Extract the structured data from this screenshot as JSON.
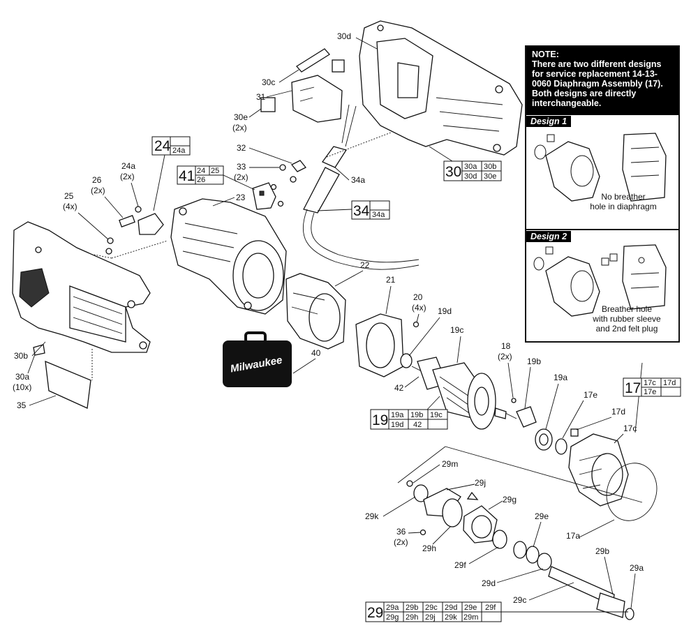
{
  "note": {
    "heading": "NOTE:",
    "body": "There are two different designs for service replacement 14-13-0060 Diaphragm Assembly (17). Both designs are directly interchangeable.",
    "design1": {
      "title": "Design 1",
      "caption_1": "No breather",
      "caption_2": "hole in diaphragm"
    },
    "design2": {
      "title": "Design 2",
      "caption_1": "Breather hole",
      "caption_2": "with rubber sleeve",
      "caption_3": "and 2nd felt plug"
    }
  },
  "case_logo": "Milwaukee",
  "callouts": {
    "c30d": "30d",
    "c30c": "30c",
    "c31": "31",
    "c30e": "30e",
    "c30e_q": "(2x)",
    "c32": "32",
    "c33": "33",
    "c33_q": "(2x)",
    "c34a": "34a",
    "c23": "23",
    "c24a": "24a",
    "c24a_q": "(2x)",
    "c26": "26",
    "c26_q": "(2x)",
    "c25": "25",
    "c25_q": "(4x)",
    "c22": "22",
    "c21": "21",
    "c20": "20",
    "c20_q": "(4x)",
    "c19d": "19d",
    "c19c": "19c",
    "c40": "40",
    "c18": "18",
    "c18_q": "(2x)",
    "c19b": "19b",
    "c42": "42",
    "c19a": "19a",
    "c17e": "17e",
    "c17d": "17d",
    "c17c": "17c",
    "c17a": "17a",
    "c30b": "30b",
    "c30a": "30a",
    "c30a_q": "(10x)",
    "c35": "35",
    "c29m": "29m",
    "c29j": "29j",
    "c29k": "29k",
    "c29g": "29g",
    "c29e": "29e",
    "c36": "36",
    "c36_q": "(2x)",
    "c29h": "29h",
    "c29f": "29f",
    "c29d": "29d",
    "c29b": "29b",
    "c29a": "29a",
    "c29c": "29c"
  },
  "kits": {
    "k24": {
      "num": "24",
      "row1": [
        "",
        ""
      ],
      "row2": [
        "24a",
        ""
      ]
    },
    "k41": {
      "num": "41",
      "row1": [
        "24",
        "25"
      ],
      "row2": [
        "26",
        ""
      ]
    },
    "k30": {
      "num": "30",
      "row1": [
        "30a",
        "30b"
      ],
      "row2": [
        "30d",
        "30e"
      ]
    },
    "k34": {
      "num": "34",
      "row1": [
        "",
        ""
      ],
      "row2": [
        "34a",
        ""
      ]
    },
    "k17": {
      "num": "17",
      "row1": [
        "17c",
        "17d"
      ],
      "row2": [
        "17e",
        ""
      ]
    },
    "k19": {
      "num": "19",
      "row1": [
        "19a",
        "19b",
        "19c"
      ],
      "row2": [
        "19d",
        "42",
        ""
      ]
    },
    "k29": {
      "num": "29",
      "row1": [
        "29a",
        "29b",
        "29c",
        "29d",
        "29e",
        "29f"
      ],
      "row2": [
        "29g",
        "29h",
        "29j",
        "29k",
        "29m",
        ""
      ]
    }
  }
}
